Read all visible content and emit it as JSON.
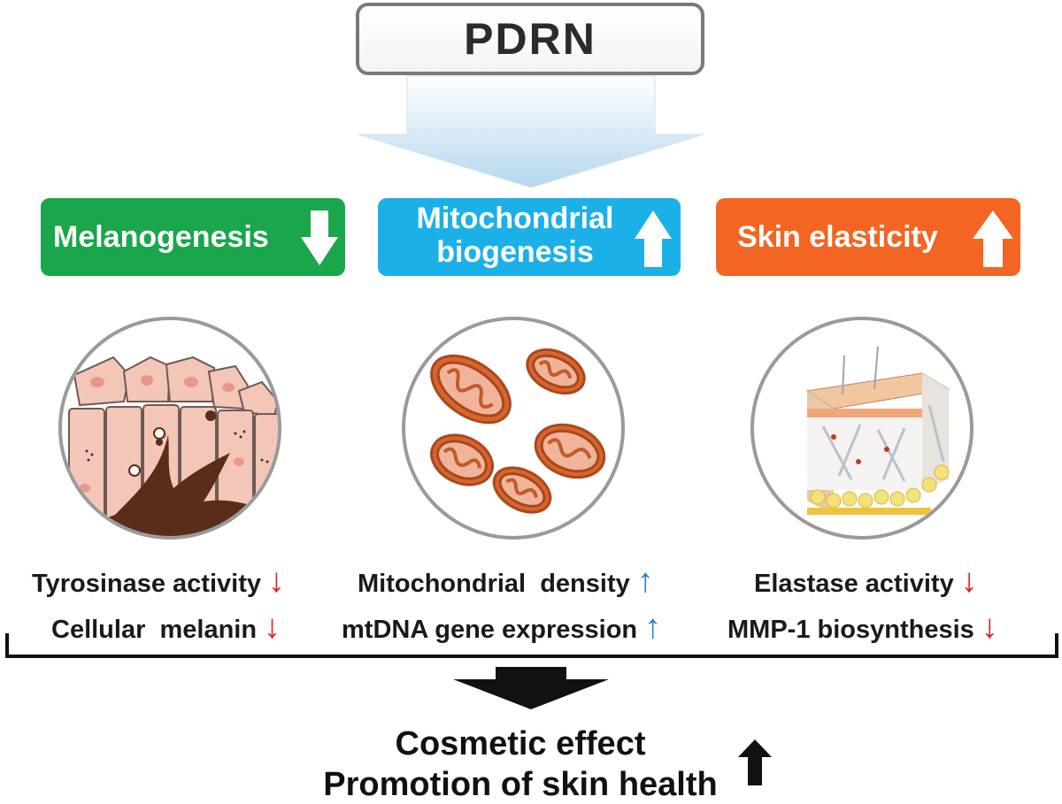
{
  "title": "PDRN",
  "categories": [
    {
      "label": "Melanogenesis",
      "direction": "down",
      "color": "#1aa64b"
    },
    {
      "label_line1": "Mitochondrial",
      "label_line2": "biogenesis",
      "direction": "up",
      "color": "#1bb0e8"
    },
    {
      "label": "Skin elasticity",
      "direction": "up",
      "color": "#f26522"
    }
  ],
  "effects": [
    [
      {
        "text": "Tyrosinase activity",
        "arrow": "↓"
      },
      {
        "text": "Cellular  melanin",
        "arrow": "↓"
      }
    ],
    [
      {
        "text": "Mitochondrial  density",
        "arrow": "↑"
      },
      {
        "text": "mtDNA gene expression",
        "arrow": "↑"
      }
    ],
    [
      {
        "text": "Elastase activity",
        "arrow": "↓"
      },
      {
        "text": "MMP-1 biosynthesis",
        "arrow": "↓"
      }
    ]
  ],
  "outcome": {
    "line1": "Cosmetic effect",
    "line2": "Promotion of skin health",
    "arrow": "up"
  },
  "icons": [
    "melanocyte-cells-illustration",
    "mitochondria-illustration",
    "skin-layers-illustration"
  ]
}
